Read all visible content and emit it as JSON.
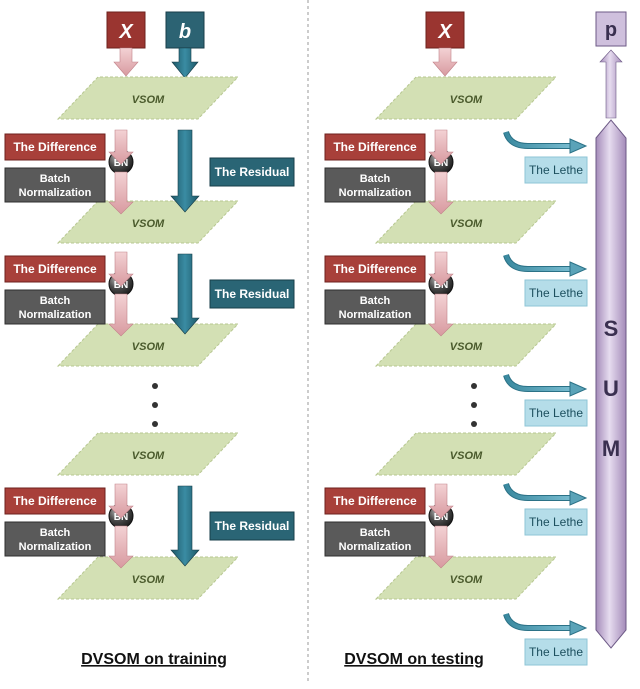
{
  "inputs": {
    "x": "X",
    "b": "b",
    "p": "p"
  },
  "vsom_label": "VSOM",
  "difference_label": "The Difference",
  "batch_norm_line1": "Batch",
  "batch_norm_line2": "Normalization",
  "bn_label": "BN",
  "residual_label": "The Residual",
  "lethe_label": "The Lethe",
  "sum_letters": [
    "S",
    "U",
    "M"
  ],
  "captions": {
    "training": "DVSOM on training",
    "testing": "DVSOM on testing"
  },
  "colors": {
    "layer_fill": "#d3e0b4",
    "difference": "#a8403a",
    "batch_norm": "#5a5a5a",
    "residual": "#2a6575",
    "lethe_fill": "#b5dde9",
    "sum_fill": "#cfc0dd",
    "input_box": "#9a3530",
    "input_b": "#2c6373"
  }
}
